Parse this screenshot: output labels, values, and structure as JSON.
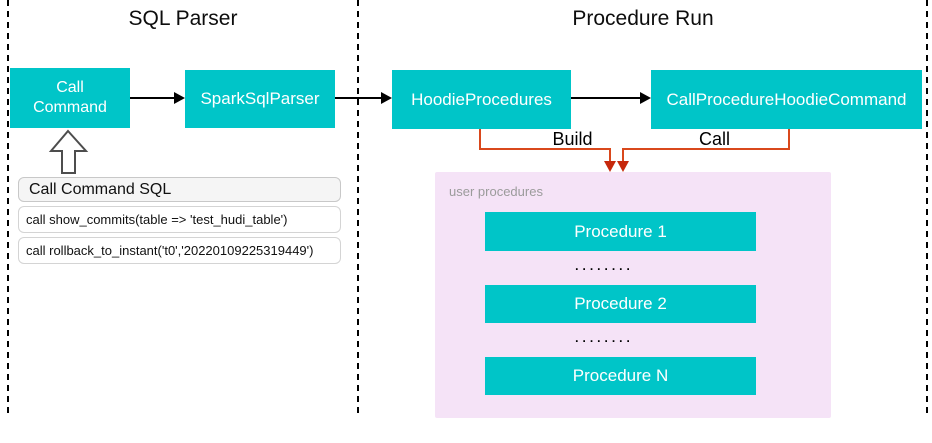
{
  "colors": {
    "teal": "#00C5C8",
    "pink_panel": "#F5E3F7",
    "orange": "#D9481C",
    "orange_head": "#C6280C"
  },
  "sections": {
    "sql_parser_title": "SQL Parser",
    "procedure_run_title": "Procedure Run"
  },
  "nodes": {
    "call_command": "Call\nCommand",
    "spark_sql_parser": "SparkSqlParser",
    "hoodie_procedures": "HoodieProcedures",
    "call_procedure_hoodie_command": "CallProcedureHoodieCommand"
  },
  "edge_labels": {
    "build": "Build",
    "call": "Call"
  },
  "sql_panel": {
    "header": "Call Command SQL",
    "rows": [
      "call show_commits(table => 'test_hudi_table')",
      "call rollback_to_instant('t0','20220109225319449')"
    ]
  },
  "user_procedures": {
    "label": "user procedures",
    "items": [
      "Procedure 1",
      "Procedure 2",
      "Procedure N"
    ],
    "ellipsis": "........"
  }
}
